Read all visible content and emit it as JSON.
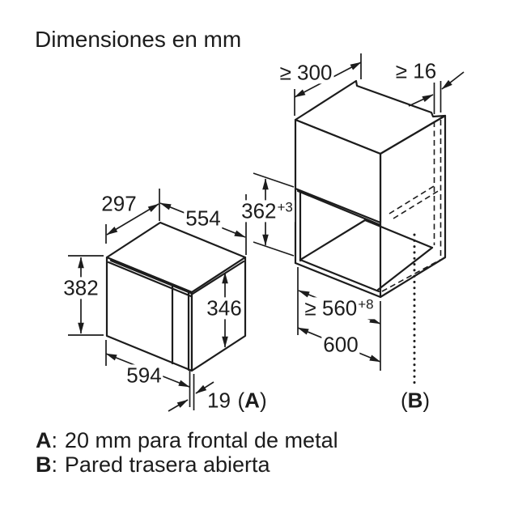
{
  "title": "Dimensiones en mm",
  "microwave": {
    "depth": "297",
    "width": "554",
    "height": "382",
    "side_height": "346",
    "bottom_width": "594",
    "front_clearance": {
      "value": "19",
      "open": "(",
      "ref": "A",
      "close": ")"
    }
  },
  "cabinet": {
    "top_depth_min": "≥ 300",
    "side_panel_min": "≥ 16",
    "niche_height": {
      "value": "362",
      "tolerance": "+3"
    },
    "niche_width": {
      "value": "≥ 560",
      "tolerance": "+8"
    },
    "width": "600",
    "back_ref": {
      "open": "(",
      "ref": "B",
      "close": ")"
    }
  },
  "legend": {
    "items": [
      {
        "key": "A",
        "sep": ":",
        "text": "20 mm para frontal de metal"
      },
      {
        "key": "B",
        "sep": ":",
        "text": "Pared trasera abierta"
      }
    ]
  },
  "colors": {
    "line": "#1c1c1c",
    "background": "#ffffff"
  }
}
